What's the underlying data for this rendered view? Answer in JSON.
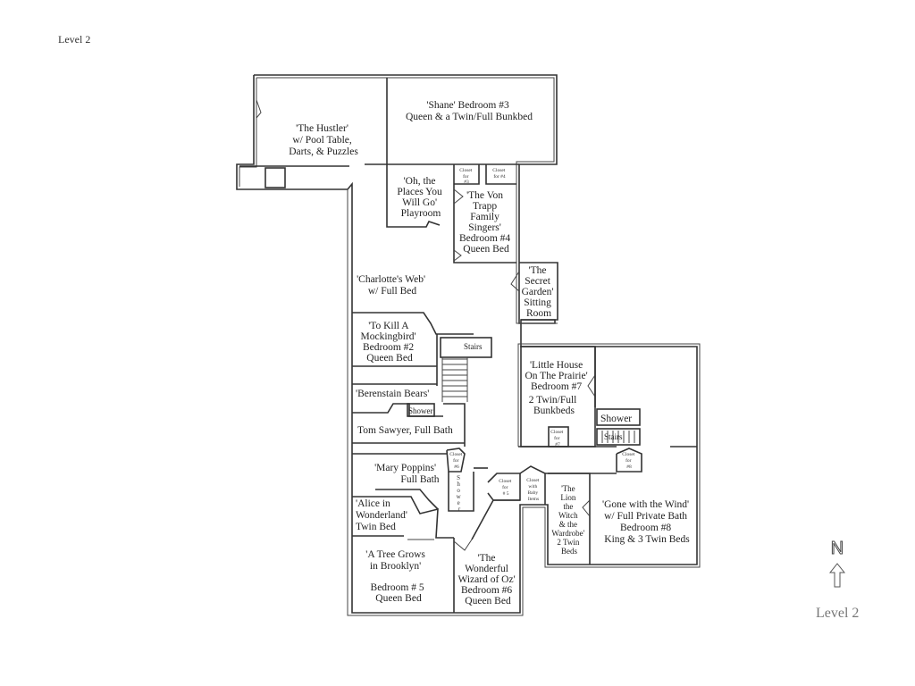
{
  "page": {
    "corner_title": "Level 2",
    "footer_label": "Level 2",
    "north_letter": "N"
  },
  "rooms": {
    "hustler": [
      "'The Hustler'",
      "w/ Pool Table,",
      "Darts, & Puzzles"
    ],
    "shane": [
      "'Shane' Bedroom #3",
      "Queen & a Twin/Full Bunkbed"
    ],
    "oh_places": [
      "'Oh, the",
      "Places You",
      "Will Go'",
      "Playroom"
    ],
    "closet3": [
      "Closet",
      "for",
      "#3"
    ],
    "closet4": [
      "Closet",
      "for #4"
    ],
    "von_trapp": [
      "'The Von",
      "Trapp",
      "Family",
      "Singers'",
      "Bedroom #4",
      "Queen Bed"
    ],
    "charlotte": [
      "'Charlotte's Web'",
      "w/ Full Bed"
    ],
    "secret_garden": [
      "'The",
      "Secret",
      "Garden'",
      "Sitting",
      "Room"
    ],
    "mockingbird": [
      "'To Kill A",
      "Mockingbird'",
      "Bedroom #2",
      "Queen Bed"
    ],
    "stairs_upper": "Stairs",
    "little_house": [
      "'Little House",
      "On The Prairie'",
      "Bedroom #7",
      "2 Twin/Full",
      "Bunkbeds"
    ],
    "berenstain": "'Berenstain Bears'",
    "shower_small": "Shower",
    "shower_east": "Shower",
    "stairs_east": "Stairs",
    "tom_sawyer": "Tom Sawyer, Full Bath",
    "closet6": [
      "Closet",
      "for",
      "#6"
    ],
    "closet7": [
      "Closet",
      "for",
      "#7"
    ],
    "closet8": [
      "Closet",
      "for",
      "#8"
    ],
    "mary_poppins": [
      "'Mary Poppins'",
      "Full Bath"
    ],
    "shower_vertical": [
      "S",
      "h",
      "o",
      "w",
      "e",
      "r"
    ],
    "closet5": [
      "Closet",
      "for",
      "# 5"
    ],
    "closet_baby": [
      "Closet",
      "with",
      "Baby",
      "Items"
    ],
    "lion_witch": [
      "'The",
      "Lion",
      "the",
      "Witch",
      "& the",
      "Wardrobe'",
      "2 Twin",
      "Beds"
    ],
    "gone_wind": [
      "'Gone with the Wind'",
      "w/ Full Private Bath",
      "Bedroom #8",
      "King & 3 Twin Beds"
    ],
    "alice": [
      "'Alice in",
      "Wonderland'",
      "Twin Bed"
    ],
    "tree_brooklyn": [
      "'A Tree Grows",
      "in Brooklyn'",
      "",
      "Bedroom # 5",
      "Queen Bed"
    ],
    "wizard_oz": [
      "'The",
      "Wonderful",
      "Wizard of Oz'",
      "Bedroom #6",
      "Queen Bed"
    ]
  }
}
